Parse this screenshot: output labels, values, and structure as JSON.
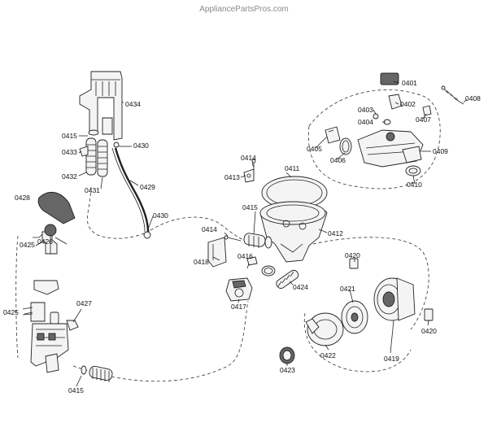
{
  "watermark": "AppliancePartsPros.com",
  "callouts": {
    "c0401": "0401",
    "c0402": "0402",
    "c0403": "0403",
    "c0404": "0404",
    "c0405": "0405",
    "c0406": "0406",
    "c0407": "0407",
    "c0408": "0408",
    "c0409": "0409",
    "c0410": "0410",
    "c0411": "0411",
    "c0412": "0412",
    "c0413": "0413",
    "c0414a": "0414",
    "c0414b": "0414",
    "c0415a": "0415",
    "c0415b": "0415",
    "c0415c": "0415",
    "c0416": "0416",
    "c0417": "0417",
    "c0418": "0418",
    "c0419": "0419",
    "c0420a": "0420",
    "c0420b": "0420",
    "c0421": "0421",
    "c0422": "0422",
    "c0423": "0423",
    "c0424": "0424",
    "c0425a": "0425",
    "c0425b": "0425",
    "c0426": "0426",
    "c0427": "0427",
    "c0428": "0428",
    "c0429": "0429",
    "c0430a": "0430",
    "c0430b": "0430",
    "c0431": "0431",
    "c0432": "0432",
    "c0433": "0433",
    "c0434": "0434"
  }
}
